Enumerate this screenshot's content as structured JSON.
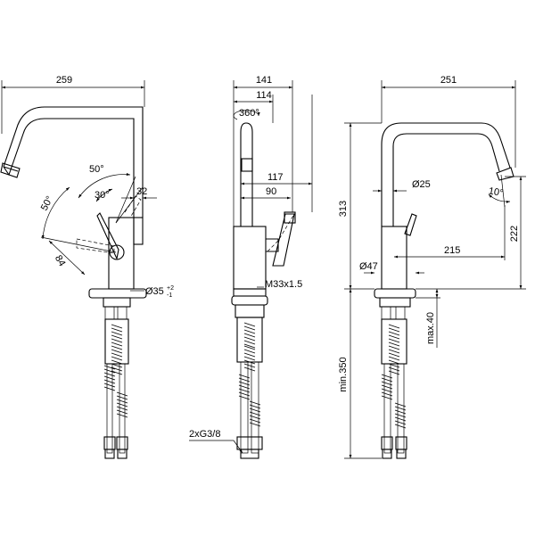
{
  "views": {
    "left": {
      "total_width": "259",
      "angle_50_top": "50°",
      "angle_30": "30°",
      "dim_32": "32",
      "angle_50_left": "50°",
      "dim_84": "84",
      "diam_35": "Ø35",
      "diam_35_tol_plus": "+2",
      "diam_35_tol_minus": "-1"
    },
    "middle": {
      "total_141": "141",
      "dim_114": "114",
      "rotation_360": "360°",
      "dim_117": "117",
      "dim_90": "90",
      "thread_m33": "M33x1.5",
      "connector_g38": "2xG3/8"
    },
    "right": {
      "total_251": "251",
      "diam_25": "Ø25",
      "angle_10": "10°",
      "height_313": "313",
      "height_222": "222",
      "dim_215": "215",
      "diam_47": "Ø47",
      "max_40": "max.40",
      "min_350": "min.350"
    }
  }
}
